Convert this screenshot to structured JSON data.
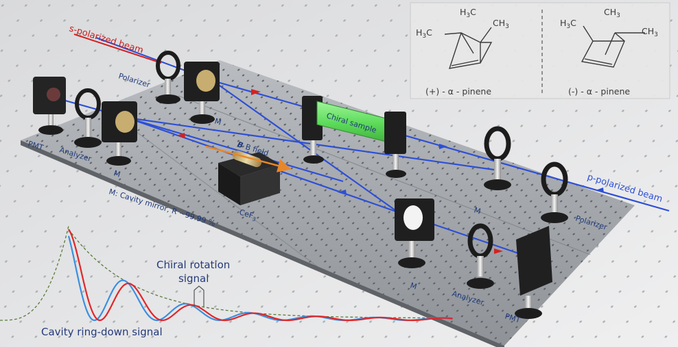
{
  "beams": {
    "s_polarized": "s-polarized beam",
    "p_polarized": "p-polarized beam"
  },
  "components": {
    "pmt_left": "PMT",
    "analyzer_left": "Analyzer",
    "polarizer_left": "Polarizer",
    "mirror_left_bottom": "M",
    "mirror_left_top": "M",
    "sample": "Chiral sample",
    "field": "B field",
    "crystal": "CeF",
    "crystal_sub": "3",
    "mirror_right_top": "M",
    "mirror_right_bottom": "M",
    "polarizer_right": "Polarizer",
    "analyzer_right": "Analyzer",
    "pmt_right": "PMT"
  },
  "caption": {
    "mirror_note": "M: Cavity mirror, R ~99.99 %"
  },
  "signals": {
    "rotation_line1": "Chiral rotation",
    "rotation_line2": "signal",
    "ringdown": "Cavity ring-down signal"
  },
  "molecules": {
    "plus": {
      "name": "(+) - α - pinene",
      "labels": [
        "H",
        "3",
        "C",
        "CH",
        "3",
        "H",
        "3",
        "C"
      ]
    },
    "minus": {
      "name": "(-) - α - pinene",
      "labels": [
        "H",
        "3",
        "C",
        "CH",
        "3",
        "CH",
        "3"
      ]
    }
  },
  "colors": {
    "beam_blue": "#2d4fd6",
    "beam_red": "#d42222",
    "sample_green": "#6ee86a",
    "field_orange": "#e8862a",
    "signal_red": "#e0262a",
    "signal_blue": "#3b8fe0",
    "envelope": "#5a7a3a"
  }
}
